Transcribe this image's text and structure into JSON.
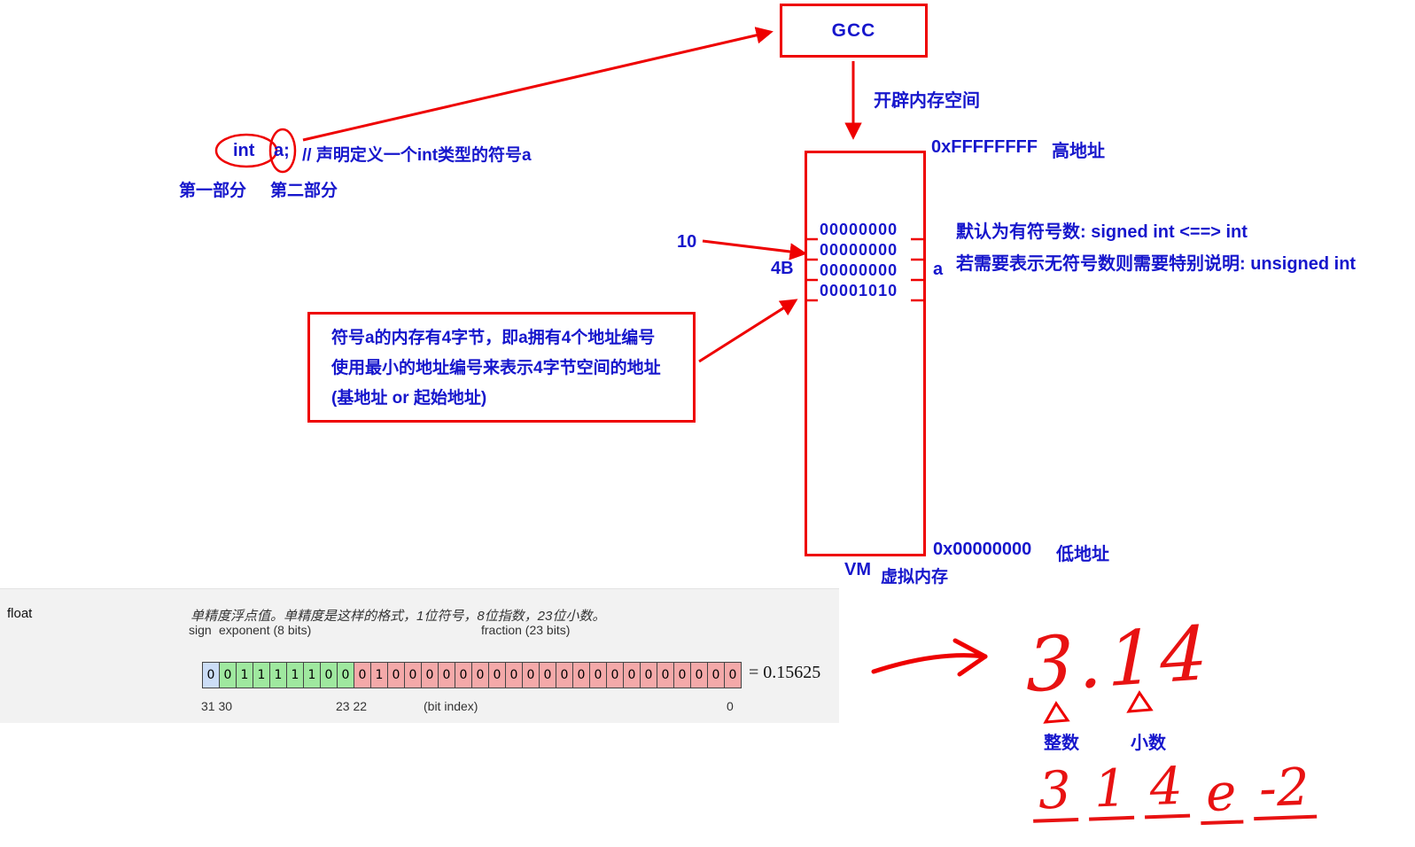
{
  "colors": {
    "ink_blue": "#1616cc",
    "ink_red": "#ee0000",
    "bit_sign_bg": "#ccddf6",
    "bit_exponent_bg": "#9fe89f",
    "bit_fraction_bg": "#f4a9a9"
  },
  "gcc": {
    "label": "GCC"
  },
  "alloc_arrow_label": "开辟内存空间",
  "declaration": {
    "keyword": "int",
    "variable": "a;",
    "comment": "// 声明定义一个int类型的符号a",
    "part1": "第一部分",
    "part2": "第二部分"
  },
  "memory": {
    "high_address": "0xFFFFFFFF",
    "high_address_label": "高地址",
    "low_address": "0x00000000",
    "low_address_label": "低地址",
    "vm_abbr": "VM",
    "vm_label": "虚拟内存",
    "rows": [
      "00000000",
      "00000000",
      "00000000",
      "00001010"
    ],
    "value_decimal": "10",
    "size_label": "4B",
    "variable": "a"
  },
  "signed_notes": {
    "line1": "默认为有符号数:  signed int   <==>  int",
    "line2": "若需要表示无符号数则需要特别说明:  unsigned int"
  },
  "note_box": {
    "line1": "符号a的内存有4字节，即a拥有4个地址编号",
    "line2": "使用最小的地址编号来表示4字节空间的地址",
    "line3": "(基地址 or 起始地址)"
  },
  "float_row": {
    "term": "float",
    "description": "单精度浮点值。单精度是这样的格式，1位符号，8位指数，23位小数。",
    "sign_label": "sign",
    "exponent_label": "exponent (8 bits)",
    "fraction_label": "fraction (23 bits)",
    "bits": {
      "sign": [
        "0"
      ],
      "exponent": [
        "0",
        "1",
        "1",
        "1",
        "1",
        "1",
        "0",
        "0"
      ],
      "fraction": [
        "0",
        "1",
        "0",
        "0",
        "0",
        "0",
        "0",
        "0",
        "0",
        "0",
        "0",
        "0",
        "0",
        "0",
        "0",
        "0",
        "0",
        "0",
        "0",
        "0",
        "0",
        "0",
        "0"
      ]
    },
    "result": "= 0.15625",
    "index_left": "31 30",
    "index_mid": "23 22",
    "index_caption": "(bit index)",
    "index_right": "0"
  },
  "handwriting": {
    "number": "3.14",
    "integer_label": "整数",
    "fraction_label": "小数",
    "sci_parts": [
      "3",
      "1",
      "4",
      "e",
      "-2"
    ]
  }
}
